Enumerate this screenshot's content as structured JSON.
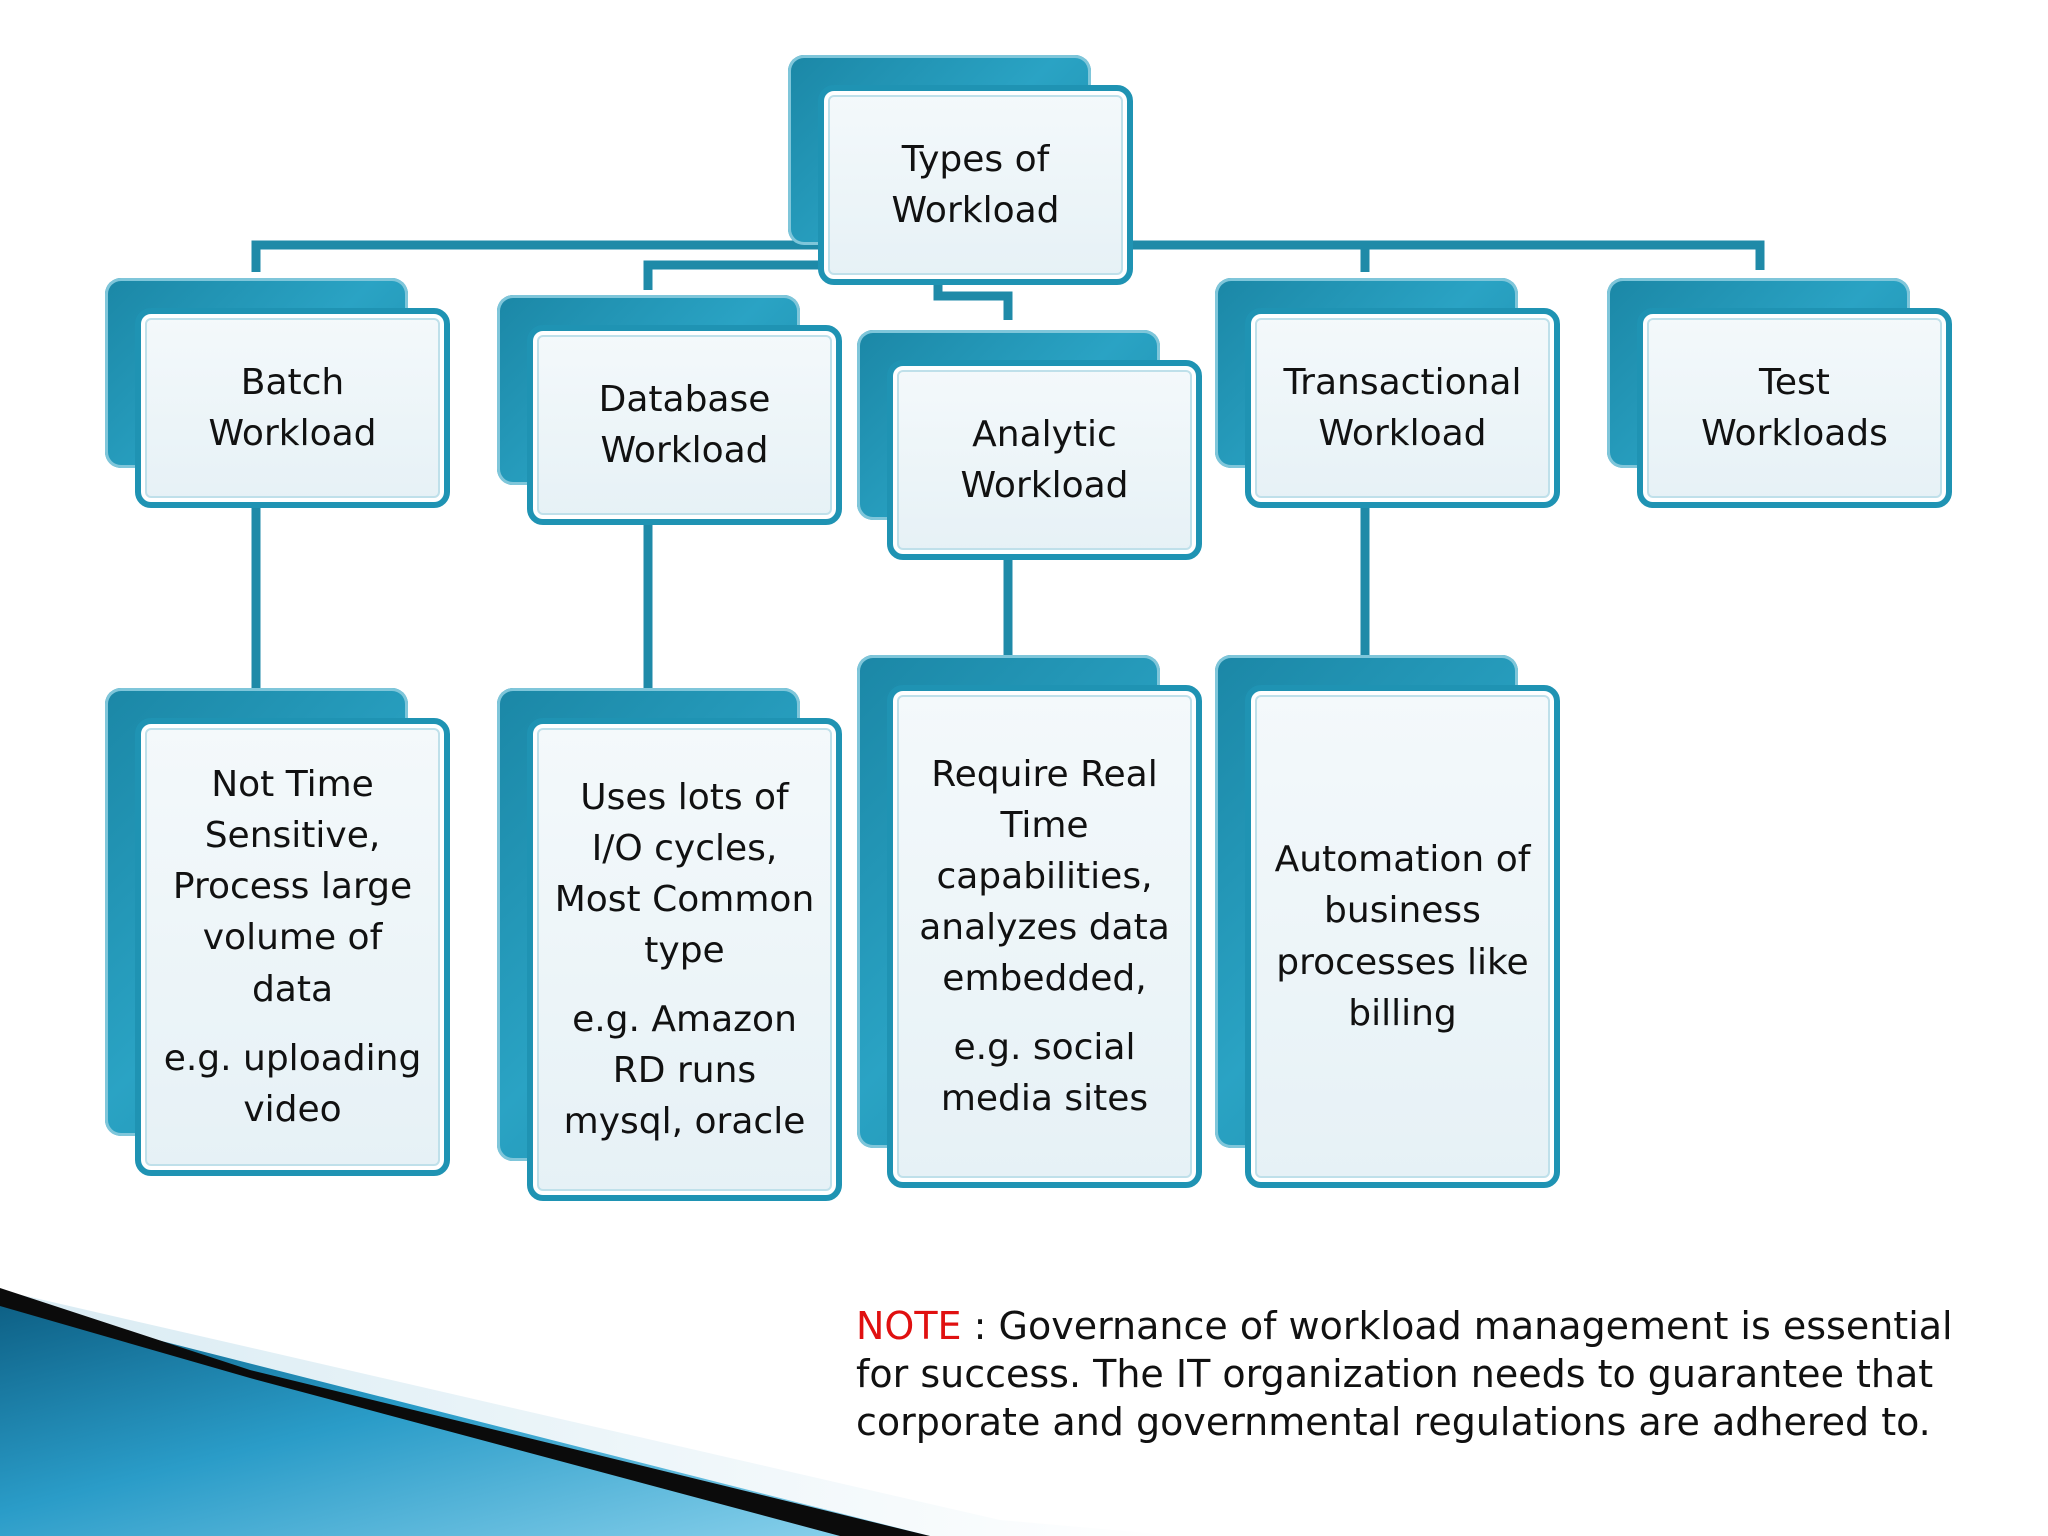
{
  "diagram": {
    "root": {
      "label": "Types of\nWorkload"
    },
    "categories": [
      {
        "id": "batch",
        "label": "Batch\nWorkload",
        "description": "Not Time\nSensitive,\nProcess large\nvolume of\ndata",
        "example": "e.g. uploading\nvideo"
      },
      {
        "id": "database",
        "label": "Database\nWorkload",
        "description": "Uses lots of\nI/O cycles,\nMost Common\ntype",
        "example": "e.g. Amazon\nRD runs\nmysql, oracle"
      },
      {
        "id": "analytic",
        "label": "Analytic\nWorkload",
        "description": "Require Real\nTime\ncapabilities,\nanalyzes data\nembedded,",
        "example": "e.g. social\nmedia sites"
      },
      {
        "id": "transactional",
        "label": "Transactional\nWorkload",
        "description": "Automation of\nbusiness\nprocesses like\nbilling"
      },
      {
        "id": "test",
        "label": "Test\nWorkloads"
      }
    ]
  },
  "note": {
    "label": "NOTE",
    "text": " : Governance of workload management is essential for success. The IT organization needs to guarantee that corporate and governmental regulations are adhered to."
  },
  "colors": {
    "accent": "#1f93b3",
    "box_fill": "#eaf3f7",
    "note_label": "#e01010",
    "text": "#111111"
  }
}
